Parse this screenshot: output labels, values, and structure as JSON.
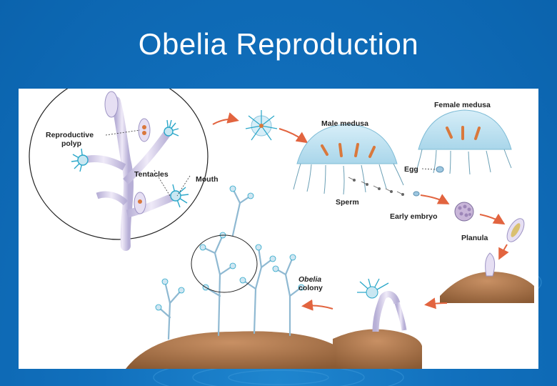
{
  "slide": {
    "title": "Obelia Reproduction",
    "background_color": "#1170bd",
    "title_color": "#ffffff"
  },
  "diagram": {
    "labels": {
      "reproductive_polyp_1": "Reproductive",
      "reproductive_polyp_2": "polyp",
      "tentacles": "Tentacles",
      "mouth": "Mouth",
      "male_medusa": "Male medusa",
      "female_medusa": "Female medusa",
      "egg": "Egg",
      "sperm": "Sperm",
      "early_embryo": "Early embryo",
      "planula": "Planula",
      "obelia_colony_1": "Obelia",
      "obelia_colony_2": "colony"
    },
    "colors": {
      "polyp": "#d8d2ea",
      "tentacle": "#2aa7c9",
      "medusa": "#bfe3f1",
      "gonad": "#d9783c",
      "arrow": "#e2643f",
      "sediment": "#b07a4e"
    }
  }
}
